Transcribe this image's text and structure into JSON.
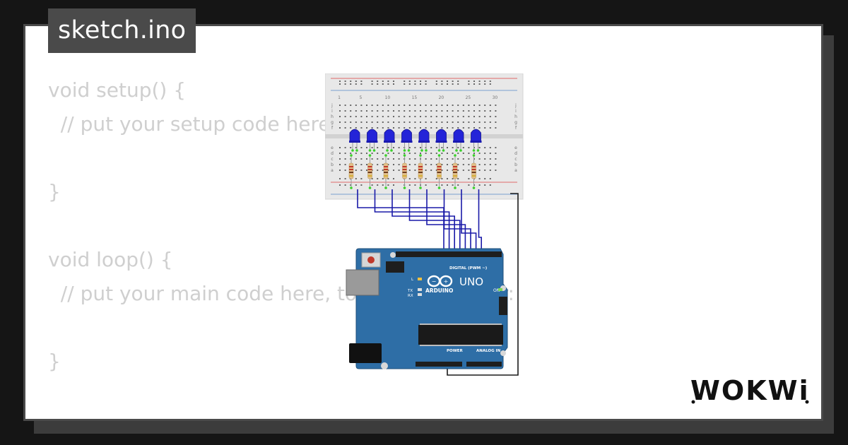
{
  "file": {
    "name": "sketch.ino"
  },
  "code": {
    "lines": [
      "void setup() {",
      "  // put your setup code here, to run once:",
      "",
      "}",
      "",
      "void loop() {",
      "  // put your main code here, to run repeatedly:",
      "",
      "}"
    ]
  },
  "circuit": {
    "breadboard": {
      "column_numbers": [
        "1",
        "5",
        "10",
        "15",
        "20",
        "25",
        "30"
      ],
      "row_letters": [
        "j",
        "i",
        "h",
        "g",
        "f",
        "e",
        "d",
        "c",
        "b",
        "a"
      ]
    },
    "leds": {
      "count": 8,
      "color": "#2424d8"
    },
    "arduino": {
      "logo_text": "ARDUINO",
      "model": "UNO",
      "digital_label": "DIGITAL (PWM ~)",
      "power_label": "POWER",
      "analog_label": "ANALOG IN",
      "on_label": "ON",
      "tx_label": "TX",
      "rx_label": "RX",
      "l_label": "L",
      "board_color": "#2e6ea6"
    }
  },
  "brand": {
    "name": "WOKWi",
    "color": "#111111"
  },
  "colors": {
    "background": "#151515",
    "tab": "#4a4a4a",
    "code_text": "#cfcfcf",
    "wire": "#1a1aa8"
  }
}
